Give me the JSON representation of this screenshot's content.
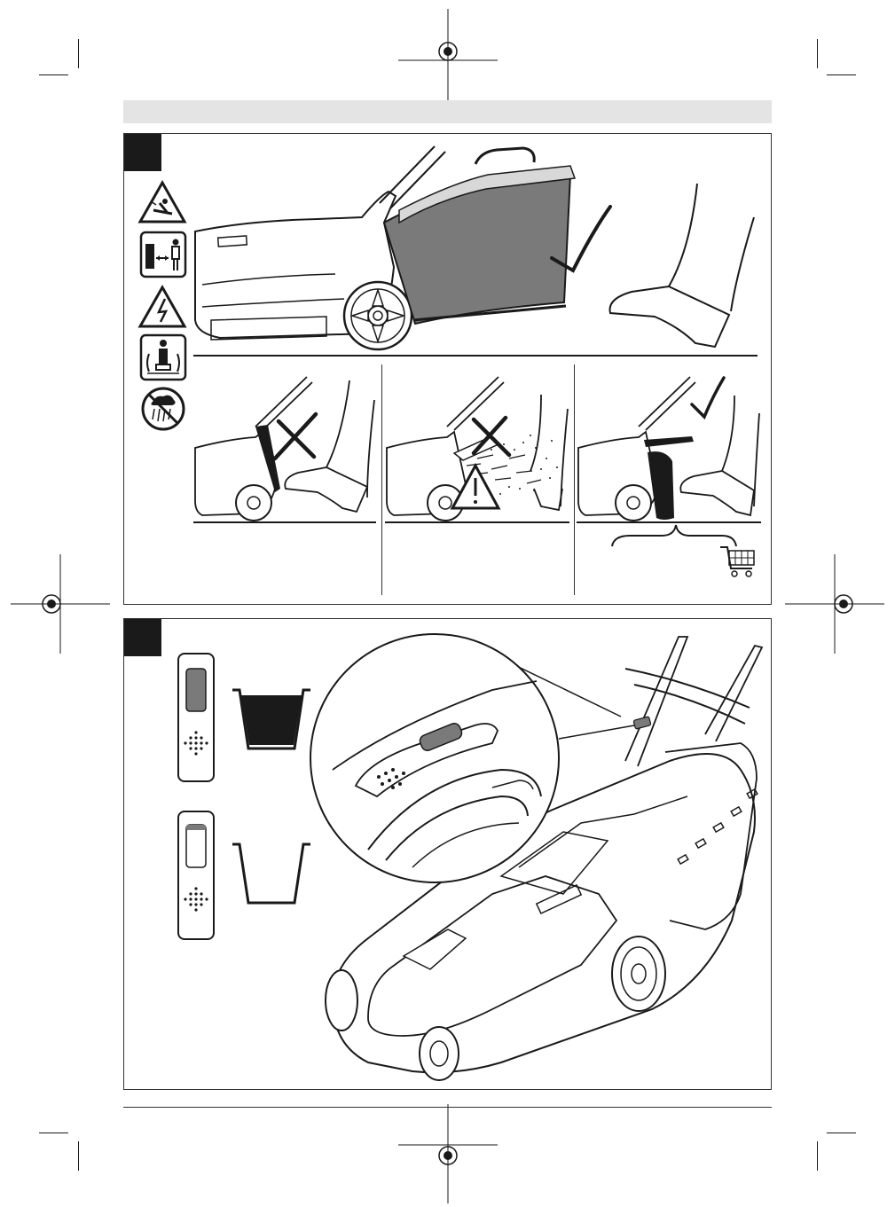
{
  "document": {
    "type": "instruction-figure-page",
    "figures": [
      {
        "name": "grass-catcher-usage",
        "scenes": [
          "catcher-attached",
          "no-catcher-no-flap-risk",
          "no-catcher-ejection-warning",
          "mulch-flap-ok"
        ],
        "accessory_icon": "shopping-cart-icon"
      },
      {
        "name": "catcher-fill-indicator",
        "states": [
          "full",
          "empty"
        ]
      }
    ],
    "safety_icons": [
      "thrown-object-warning-icon",
      "keep-distance-icon",
      "electric-shock-warning-icon",
      "bystanders-away-icon",
      "no-rain-icon"
    ],
    "colors": {
      "header_band": "#e4e4e4",
      "ink": "#1a1a1a",
      "catcher_fill": "#7a7a7a"
    }
  }
}
